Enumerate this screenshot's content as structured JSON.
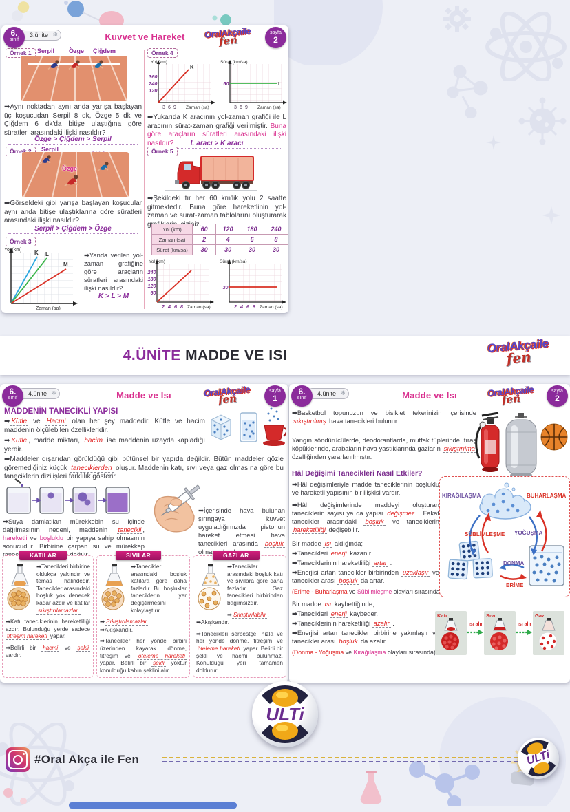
{
  "colors": {
    "purple": "#8b2b9b",
    "magenta": "#d9318f",
    "hand_purple": "#7b2d8e",
    "hand_red": "#e02020"
  },
  "icons": {
    "snowflake": "❄",
    "instagram": "instagram-glyph"
  },
  "badge": {
    "grade": "6.",
    "grade_sub": "sınıf",
    "page_label": "sayfa"
  },
  "logo": {
    "line1": "OralAkçaile",
    "line2": "fen"
  },
  "sheet1": {
    "unit": "3.ünite",
    "title": "Kuvvet ve Hareket",
    "page_num": "2",
    "ornek1": {
      "label": "Örnek 1",
      "runners": [
        "Serpil",
        "Özge",
        "Çiğdem"
      ],
      "question": "➡Aynı noktadan aynı anda yarışa başlayan üç koşucudan Serpil 8 dk, Özge 5 dk ve Çiğdem 6 dk'da bitişe ulaştığına göre süratleri arasındaki ilişki nasıldır?",
      "answer": "Özge > Çiğdem > Serpil"
    },
    "ornek2": {
      "label": "Örnek 2",
      "runners": [
        "Serpil",
        "Çiğdem",
        "Özge"
      ],
      "question": "➡Görseldeki gibi yarışa başlayan koşucular aynı anda bitişe ulaştıklarına göre süratleri arasındaki ilişki nasıldır?",
      "answer": "Serpil > Çiğdem > Özge"
    },
    "ornek3": {
      "label": "Örnek 3",
      "graph": {
        "ylabel": "Yol (km)",
        "xlabel": "Zaman (sa)",
        "lines": [
          "K",
          "L",
          "M"
        ]
      },
      "question": "➡Yanda verilen yol-zaman grafiğine göre araçların süratleri arasındaki ilişki nasıldır?",
      "answer": "K > L > M"
    },
    "ornek4": {
      "label": "Örnek 4",
      "graph1": {
        "ylabel": "Yol (km)",
        "xlabel": "Zaman (sa)",
        "yticks": [
          "360",
          "240",
          "120"
        ],
        "xticks": [
          "3",
          "6",
          "9"
        ],
        "line": "K"
      },
      "graph2": {
        "ylabel": "Sürat (km/sa)",
        "xlabel": "Zaman (sa)",
        "yticks": [
          "50"
        ],
        "xticks": [
          "3",
          "6",
          "9"
        ],
        "line": "L"
      },
      "question": [
        [
          "➡Yukarıda K aracının yol-zaman grafiği ile L aracının sürat-zaman grafiği verilmiştir. ",
          "n"
        ],
        [
          "Buna göre araçların süratleri arasındaki ilişki nasıldır?",
          "m"
        ]
      ],
      "answer": "L aracı > K aracı"
    },
    "ornek5": {
      "label": "Örnek 5",
      "question": "➡Şekildeki tır her 60 km'lik yolu 2 saatte gitmektedir. Buna göre hareketlinin yol-zaman ve sürat-zaman tablolarını oluşturarak grafiklerini çiziniz.",
      "table": [
        {
          "label": "Yol (km)",
          "values": [
            "60",
            "120",
            "180",
            "240"
          ]
        },
        {
          "label": "Zaman (sa)",
          "values": [
            "2",
            "4",
            "6",
            "8"
          ]
        },
        {
          "label": "Sürat (km/sa)",
          "values": [
            "30",
            "30",
            "30",
            "30"
          ]
        }
      ],
      "graph1": {
        "ylabel": "Yol (km)",
        "xlabel": "Zaman (sa)",
        "yticks": [
          "240",
          "180",
          "120",
          "60"
        ],
        "xticks": [
          "2",
          "4",
          "6",
          "8"
        ]
      },
      "graph2": {
        "ylabel": "Sürat (km/sa)",
        "xlabel": "Zaman (sa)",
        "yticks": [
          "30"
        ],
        "xticks": [
          "2",
          "4",
          "6",
          "8"
        ]
      }
    }
  },
  "banner": {
    "unit": "4.ÜNİTE",
    "title": " MADDE VE ISI"
  },
  "sheet2": {
    "unit": "4.ünite",
    "title": "Madde ve Isı",
    "page_num": "1",
    "heading": "MADDENİN TANECİKLİ YAPISI",
    "p1": [
      [
        "➡",
        "n"
      ],
      [
        "Kütle",
        "r"
      ],
      [
        " ve ",
        "n"
      ],
      [
        "Hacmi",
        "r"
      ],
      [
        " olan her şey maddedir. Kütle ve hacim maddenin ölçülebilen özellikleridir.",
        "n"
      ]
    ],
    "p2": [
      [
        "➡",
        "n"
      ],
      [
        "Kütle",
        "r"
      ],
      [
        ", madde miktarı, ",
        "n"
      ],
      [
        "hacim",
        "r"
      ],
      [
        " ise maddenin uzayda kapladığı yerdir.",
        "n"
      ]
    ],
    "p3": [
      [
        "➡Maddeler dışarıdan görüldüğü gibi bütünsel bir yapıda değildir. Bütün maddeler gözle göremediğiniz küçük ",
        "n"
      ],
      [
        "taneciklerden",
        "r"
      ],
      [
        " oluşur. Maddenin katı, sıvı veya gaz olmasına göre bu taneciklerin dizilişleri farklılık gösterir.",
        "n"
      ]
    ],
    "p4": [
      [
        "➡Suya damlatılan mürekkebin su içinde dağılmasının nedeni, maddenin ",
        "n"
      ],
      [
        "tanecikli",
        "r"
      ],
      [
        ", ",
        "n"
      ],
      [
        "hareketli",
        "m"
      ],
      [
        " ve ",
        "n"
      ],
      [
        "boşluklu",
        "m"
      ],
      [
        " bir yapıya sahip olmasının sonucudur. Birbirine çarpan su ve mürekkep tanecikleri birbiri içinde dağılır.",
        "n"
      ]
    ],
    "p5": [
      [
        "➡İçerisinde hava bulunan şırıngaya kuvvet uyguladığımızda pistonun hareket etmesi hava tanecikleri arasında ",
        "n"
      ],
      [
        "boşluk",
        "r"
      ],
      [
        " olmasındandır.",
        "n"
      ]
    ],
    "states": [
      {
        "title": "KATILAR",
        "paras": [
          [
            [
              "➡Tanecikleri birbirine oldukça yakındır ve temas hâlindedir. Tanecikler arasındaki boşluk yok denecek kadar azdır ve katılar ",
              "n"
            ],
            [
              "sıkıştırılamazlar.",
              "r"
            ]
          ],
          [
            [
              "➡Katı taneciklerinin hareketliliği azdır. Bulunduğu yerde sadece ",
              "n"
            ],
            [
              "titreşim hareketi",
              "r"
            ],
            [
              " yapar.",
              "n"
            ]
          ],
          [
            [
              "➡Belirli bir ",
              "n"
            ],
            [
              "hacmi",
              "r"
            ],
            [
              " ve ",
              "n"
            ],
            [
              "şekli",
              "r"
            ],
            [
              " vardır.",
              "n"
            ]
          ]
        ]
      },
      {
        "title": "SIVILAR",
        "paras": [
          [
            [
              "➡Tanecikler arasındaki boşluk katılara göre daha fazladır. Bu boşluklar taneciklerin yer değiştirmesini kolaylaştırır.",
              "n"
            ]
          ],
          [
            [
              "➡",
              "n"
            ],
            [
              "Sıkıştırılamazlar",
              "r"
            ],
            [
              ".",
              "n"
            ]
          ],
          [
            [
              "➡Akışkandır.",
              "n"
            ]
          ],
          [
            [
              "➡Tanecikler her yönde birbiri üzerinden kayarak dönme, titreşim ve ",
              "n"
            ],
            [
              "öteleme hareketi",
              "r"
            ],
            [
              " yapar. Belirli bir ",
              "n"
            ],
            [
              "şekli",
              "r"
            ],
            [
              " yoktur konulduğu kabın şeklini alır.",
              "n"
            ]
          ]
        ]
      },
      {
        "title": "GAZLAR",
        "paras": [
          [
            [
              "➡Tanecikler arasındaki boşluk katı ve sıvılara göre daha fazladır. Gaz tanecikleri birbirinden bağımsızdır.",
              "n"
            ]
          ],
          [
            [
              "➡",
              "n"
            ],
            [
              "Sıkıştırılabilir",
              "r"
            ],
            [
              ".",
              "n"
            ]
          ],
          [
            [
              "➡Akışkandır.",
              "n"
            ]
          ],
          [
            [
              "➡Tanecikleri serbestçe, hızla ve her yönde dönme, titreşim ve ",
              "n"
            ],
            [
              "öteleme hareketi",
              "r"
            ],
            [
              " yapar. Belirli bir şekli ve hacmi bulunmaz. Konulduğu yeri tamamen doldurur.",
              "n"
            ]
          ]
        ]
      }
    ]
  },
  "sheet3": {
    "unit": "4.ünite",
    "title": "Madde ve Isı",
    "page_num": "2",
    "p1": [
      [
        "➡Basketbol topunuzun ve bisiklet tekerinizin içerisinde ",
        "n"
      ],
      [
        "sıkıştırılmış",
        "r"
      ],
      [
        " hava tanecikleri bulunur.",
        "n"
      ]
    ],
    "p2": [
      [
        "Yangın söndürücülerde, deodorantlarda, mutfak tüplerinde, tıraş köpüklerinde, arabaların hava yastıklarında gazların ",
        "n"
      ],
      [
        "sıkıştırılma",
        "r"
      ],
      [
        " özelliğinden yararlanılmıştır.",
        "n"
      ]
    ],
    "heading": "Hâl Değişimi Tanecikleri Nasıl Etkiler?",
    "p3": [
      [
        "➡Hâl değişimleriyle madde taneciklerinin boşluklu ve hareketli yapısının bir ilişkisi vardır.",
        "n"
      ]
    ],
    "p4": [
      [
        "➡Hâl değişimlerinde maddeyi oluşturan taneciklerin sayısı ya da yapısı ",
        "n"
      ],
      [
        "değişmez",
        "r"
      ],
      [
        " . Fakat tanecikler arasındaki ",
        "n"
      ],
      [
        "boşluk",
        "r"
      ],
      [
        " ve taneciklerin ",
        "n"
      ],
      [
        "hareketliliği",
        "r"
      ],
      [
        " değişebilir.",
        "n"
      ]
    ],
    "p5": [
      [
        "Bir madde ",
        "n"
      ],
      [
        "ısı",
        "r"
      ],
      [
        " aldığında;",
        "n"
      ]
    ],
    "p6": [
      [
        "➡Tanecikleri ",
        "n"
      ],
      [
        "enerji",
        "r"
      ],
      [
        " kazanır",
        "n"
      ]
    ],
    "p7": [
      [
        "➡Taneciklerinin hareketliliği ",
        "n"
      ],
      [
        "artar",
        "r"
      ],
      [
        " .",
        "n"
      ]
    ],
    "p8": [
      [
        "➡Enerjisi artan tanecikler birbirinden ",
        "n"
      ],
      [
        "uzaklaşır",
        "r"
      ],
      [
        " ve tanecikler arası ",
        "n"
      ],
      [
        "boşluk",
        "r"
      ],
      [
        " da artar.",
        "n"
      ]
    ],
    "p9": [
      [
        "(Erime - Buharlaşma",
        "rd"
      ],
      [
        " ve ",
        "n"
      ],
      [
        "Süblimleşme",
        "m"
      ],
      [
        " olayları sırasında)",
        "n"
      ]
    ],
    "p10": [
      [
        "Bir madde ",
        "n"
      ],
      [
        "ısı",
        "r"
      ],
      [
        " kaybettiğinde;",
        "n"
      ]
    ],
    "p11": [
      [
        "➡Tanecikleri ",
        "n"
      ],
      [
        "enerji",
        "r"
      ],
      [
        " kaybeder.",
        "n"
      ]
    ],
    "p12": [
      [
        "➡Taneciklerinin hareketliliği ",
        "n"
      ],
      [
        "azalır",
        "r"
      ],
      [
        " .",
        "n"
      ]
    ],
    "p13": [
      [
        "➡Enerjisi artan tanecikler birbirine yakınlaşır ve tanecikler arası ",
        "n"
      ],
      [
        "boşluk",
        "r"
      ],
      [
        " da azalır.",
        "n"
      ]
    ],
    "p14": [
      [
        "(Donma - Yoğuşma",
        "rd"
      ],
      [
        " ve ",
        "n"
      ],
      [
        "Kırağılaşma",
        "m"
      ],
      [
        " olayları sırasında)",
        "n"
      ]
    ],
    "diagram": {
      "top_left": "KIRAĞILAŞMA",
      "top_right": "BUHARLAŞMA",
      "mid_left": "SÜBLİMLEŞME",
      "mid_right": "YOĞUŞMA",
      "bottom_top": "DONMA",
      "bottom_bottom": "ERİME"
    },
    "phases": {
      "labels": [
        "Katı",
        "Sıvı",
        "Gaz"
      ],
      "arrow": "ısı alır"
    }
  },
  "footer": {
    "hashtag": "#Oral Akça ile Fen",
    "logo_text": "ULTi"
  }
}
